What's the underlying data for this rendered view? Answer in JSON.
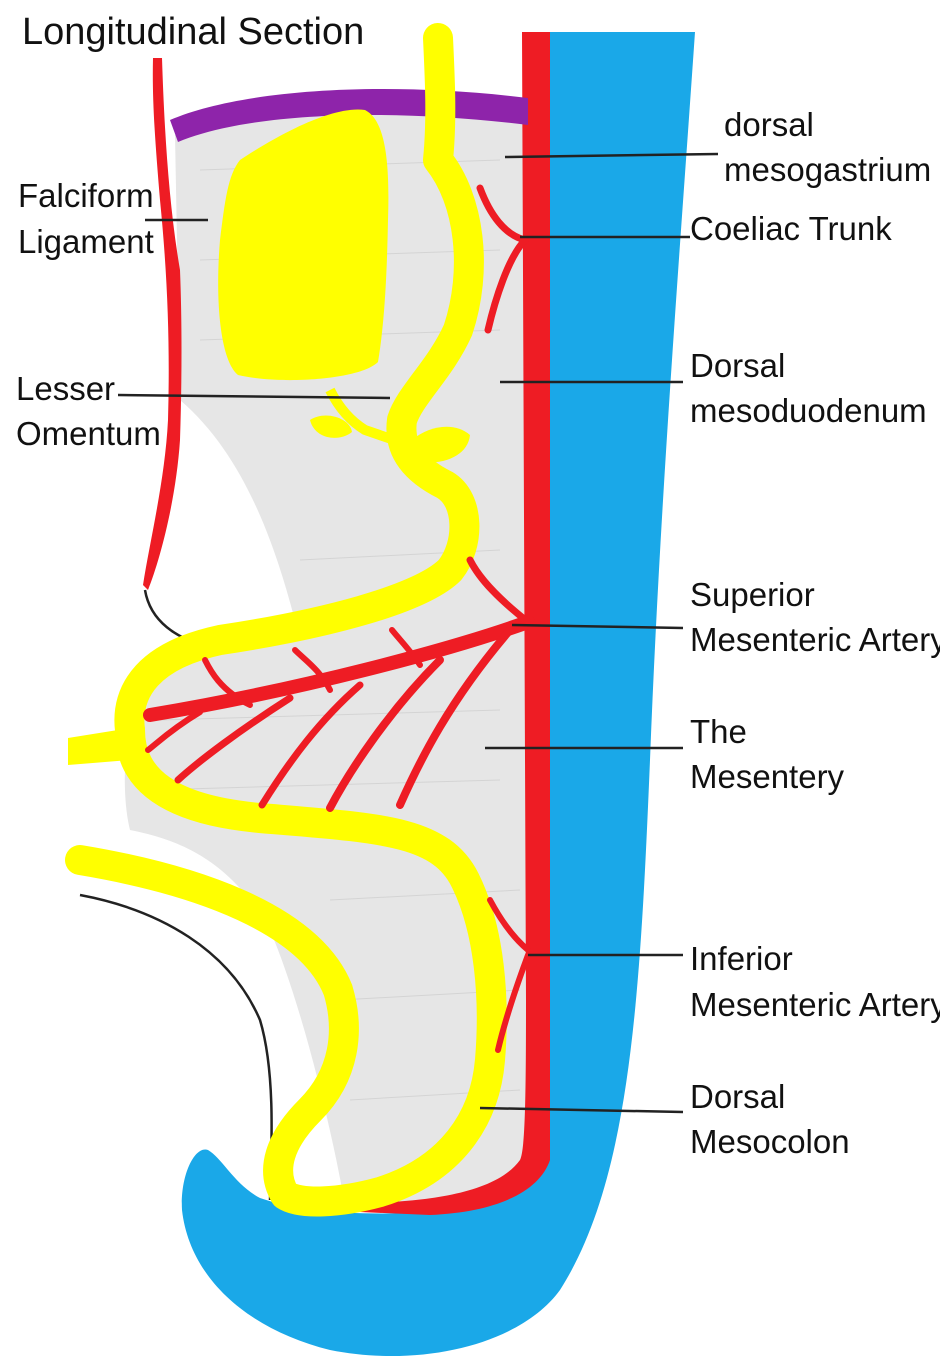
{
  "title": "Longitudinal Section",
  "labels": {
    "dorsal_mesogastrium": [
      "dorsal",
      "mesogastrium"
    ],
    "falciform_ligament": [
      "Falciform",
      "Ligament"
    ],
    "coeliac_trunk": [
      "Coeliac Trunk"
    ],
    "lesser_omentum": [
      "Lesser",
      "Omentum"
    ],
    "dorsal_mesoduodenum": [
      "Dorsal",
      "mesoduodenum"
    ],
    "superior_mesenteric_artery": [
      "Superior",
      "Mesenteric Artery"
    ],
    "the_mesentery": [
      "The",
      "Mesentery"
    ],
    "inferior_mesenteric_artery": [
      "Inferior",
      "Mesenteric Artery"
    ],
    "dorsal_mesocolon": [
      "Dorsal",
      "Mesocolon"
    ]
  },
  "colors": {
    "body_wall": "#1aa8e8",
    "gut": "#ffff00",
    "artery": "#ee1c24",
    "diaphragm": "#8e24aa",
    "mesentery": "#e6e6e6"
  }
}
